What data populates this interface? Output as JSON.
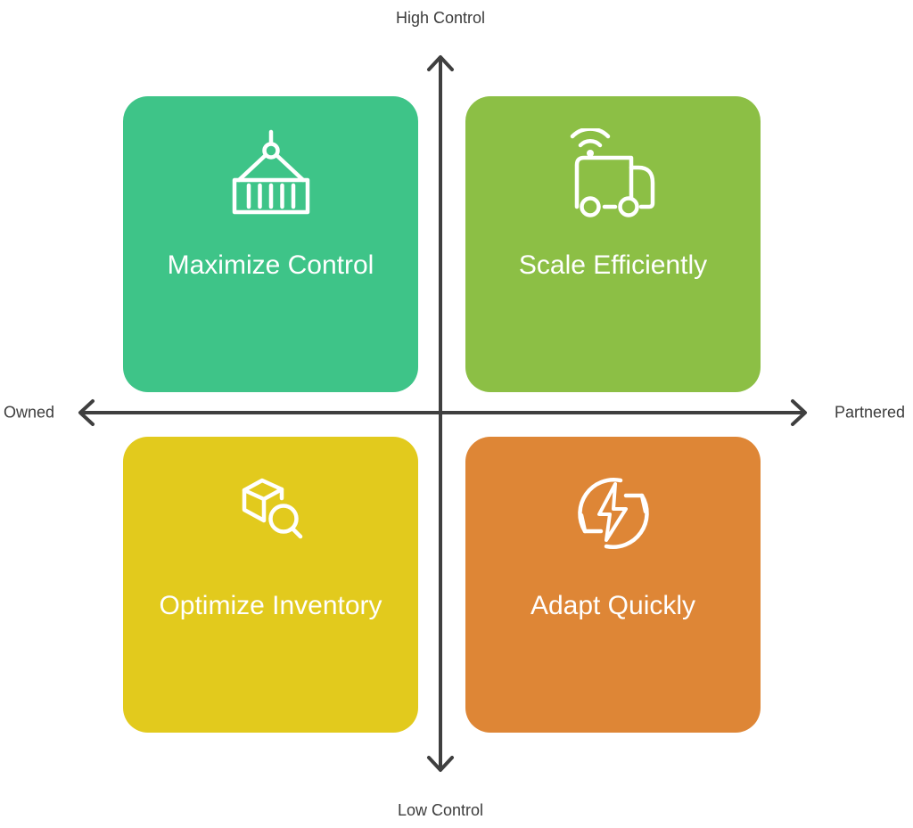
{
  "diagram": {
    "axes": {
      "top_label": "High Control",
      "bottom_label": "Low Control",
      "left_label": "Owned",
      "right_label": "Partnered"
    },
    "quadrants": [
      {
        "position": "top-left",
        "title": "Maximize Control",
        "color": "#3ec488",
        "icon": "cargo-container-crane-icon"
      },
      {
        "position": "top-right",
        "title": "Scale Efficiently",
        "color": "#8cbf45",
        "icon": "connected-delivery-truck-icon"
      },
      {
        "position": "bottom-left",
        "title": "Optimize Inventory",
        "color": "#e2ca1d",
        "icon": "inventory-box-search-icon"
      },
      {
        "position": "bottom-right",
        "title": "Adapt Quickly",
        "color": "#de8636",
        "icon": "sync-lightning-refresh-icon"
      }
    ],
    "colors": {
      "axis_line": "#3f3f3f",
      "axis_text": "#3c3c3c",
      "quadrant_title_text": "#ffffff",
      "background": "#ffffff"
    }
  }
}
